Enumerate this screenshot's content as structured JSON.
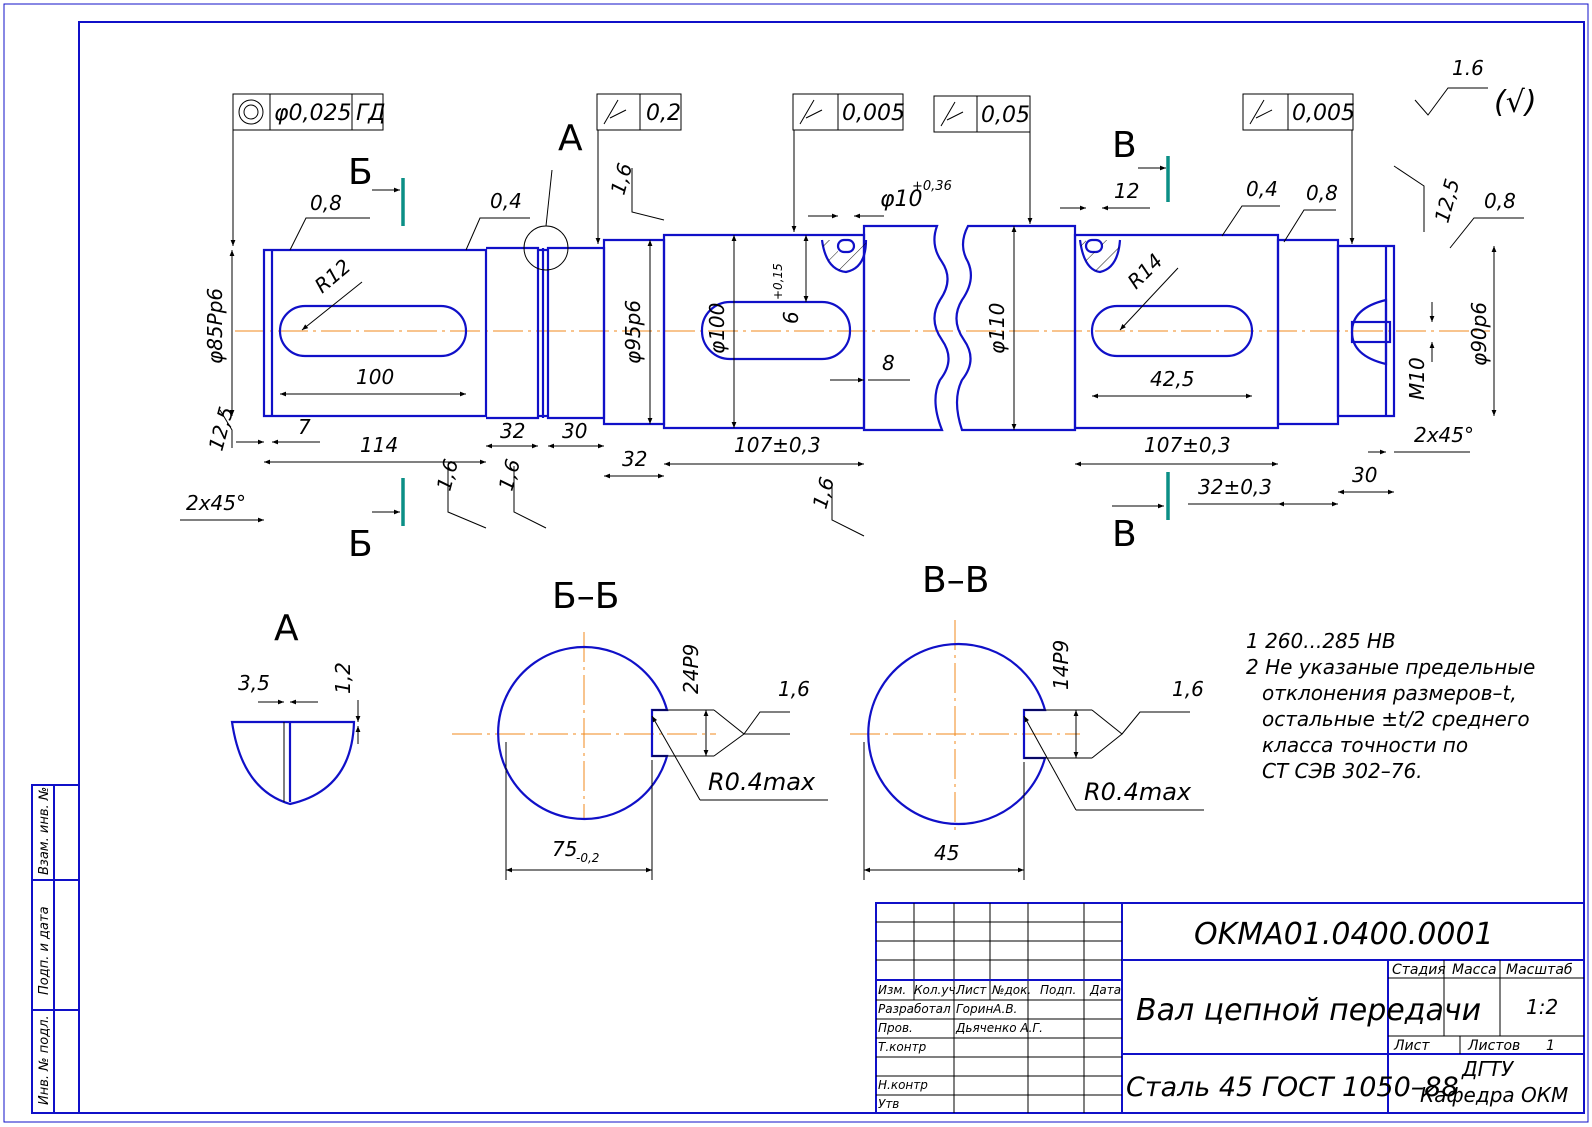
{
  "colors": {
    "outline": "#1010c8",
    "centerline": "#f08a1c",
    "section_marker": "#0b8f86",
    "dimension": "#000000"
  },
  "tolerances": [
    {
      "symbol": "concentricity-icon",
      "value": "φ0,025",
      "datum": "ГД"
    },
    {
      "symbol": "runout-icon",
      "value": "0,2"
    },
    {
      "symbol": "runout-icon",
      "value": "0,005"
    },
    {
      "symbol": "runout-icon",
      "value": "0,05"
    },
    {
      "symbol": "runout-icon",
      "value": "0,005"
    }
  ],
  "roughness_general": {
    "value": "1.6",
    "paren": "(√)"
  },
  "section_marks": {
    "b": "Б",
    "v": "В",
    "a": "А"
  },
  "roughness": {
    "r08a": "0,8",
    "r04a": "0,4",
    "r16a": "1,6",
    "r04b": "0,4",
    "r08b": "0,8",
    "r125a": "12,5",
    "r08c": "0,8",
    "r16b": "1,6",
    "r16c": "1,6",
    "r16d": "1,6",
    "r125b": "12,5"
  },
  "dims": {
    "d85": "φ85Pр6",
    "r12": "R12",
    "len100": "100",
    "len7": "7",
    "len114": "114",
    "chamfer_left": "2x45°",
    "len32a": "32",
    "len30a": "30",
    "len32b": "32",
    "d95": "φ95р6",
    "d100": "φ100",
    "key6": "6",
    "key6_tol": "+0,15",
    "hole10": "φ10",
    "hole10_tol": "+0,36",
    "len8": "8",
    "len107a": "107±0,3",
    "d110": "φ110",
    "len12": "12",
    "r14": "R14",
    "len42": "42,5",
    "len107b": "107±0,3",
    "len32c": "32±0,3",
    "len30b": "30",
    "d90": "φ90р6",
    "m10": "M10",
    "chamfer_right": "2x45°"
  },
  "detail_a": {
    "title": "А",
    "dim35": "3,5",
    "dim12": "1,2"
  },
  "section_bb": {
    "title": "Б–Б",
    "width": "24P9",
    "radius": "R0.4max",
    "depth": "75",
    "depth_tol": "-0,2",
    "roughness": "1,6"
  },
  "section_vv": {
    "title": "В–В",
    "width": "14P9",
    "radius": "R0.4max",
    "depth": "45",
    "roughness": "1,6"
  },
  "notes": [
    "1 260...285 НВ",
    "2 Не указаные предельные",
    "отклонения размеров–t,",
    "остальные ±t/2 среднего",
    "класса точности по",
    "СТ СЭВ 302–76."
  ],
  "title_block": {
    "code": "OKMA01.0400.0001",
    "part_name": "Вал цепной передачи",
    "material": "Сталь 45 ГОСТ 1050–88",
    "org_line1": "ДГТУ",
    "org_line2": "Кафедра ОКМ",
    "h_stage": "Стадия",
    "h_mass": "Масса",
    "h_scale": "Масштаб",
    "scale": "1:2",
    "sheet_label": "Лист",
    "sheets_label": "Листов",
    "sheets_value": "1",
    "col_headers": [
      "Изм.",
      "Кол.уч.",
      "Лист",
      "№док.",
      "Подп.",
      "Дата"
    ],
    "rows": [
      {
        "role": "Разработал",
        "name": "ГоринА.В."
      },
      {
        "role": "Пров.",
        "name": "Дьяченко А.Г."
      },
      {
        "role": "Т.контр",
        "name": ""
      },
      {
        "role": "Н.контр",
        "name": ""
      },
      {
        "role": "Утв",
        "name": ""
      }
    ]
  },
  "side_stamp": [
    "Инв. № подл.",
    "Подп. и дата",
    "Взам. инв. №"
  ]
}
